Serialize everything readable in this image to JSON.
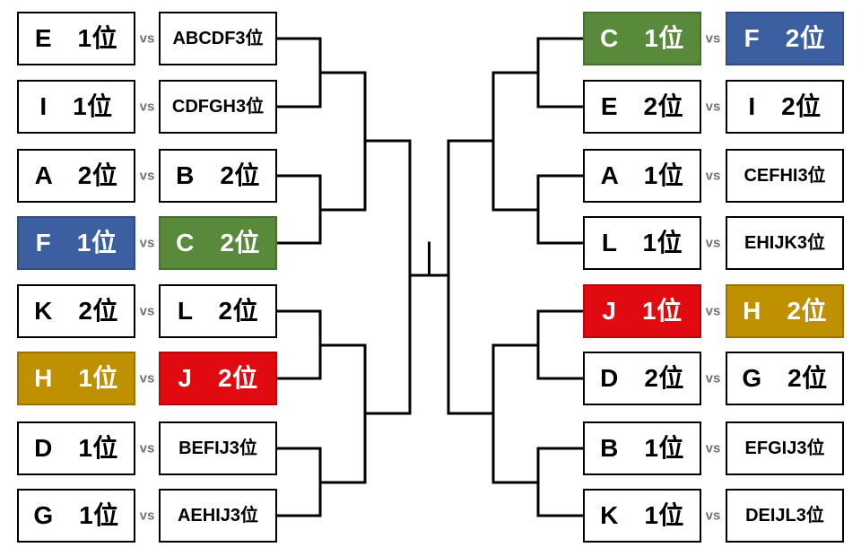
{
  "bracket": {
    "vs_label": "vs",
    "left_matches": [
      {
        "a": {
          "label": "E　1位",
          "fill": "#FFFFFF",
          "text": "#000000",
          "border": "#000000"
        },
        "b": {
          "label": "ABCDF3位",
          "fill": "#FFFFFF",
          "text": "#000000",
          "border": "#000000"
        }
      },
      {
        "a": {
          "label": "I　1位",
          "fill": "#FFFFFF",
          "text": "#000000",
          "border": "#000000"
        },
        "b": {
          "label": "CDFGH3位",
          "fill": "#FFFFFF",
          "text": "#000000",
          "border": "#000000"
        }
      },
      {
        "a": {
          "label": "A　2位",
          "fill": "#FFFFFF",
          "text": "#000000",
          "border": "#000000"
        },
        "b": {
          "label": "B　2位",
          "fill": "#FFFFFF",
          "text": "#000000",
          "border": "#000000"
        }
      },
      {
        "a": {
          "label": "F　1位",
          "fill": "#3B5FA0",
          "text": "#FFFFFF",
          "border": "#2F4D82"
        },
        "b": {
          "label": "C　2位",
          "fill": "#598A3B",
          "text": "#FFFFFF",
          "border": "#47702E"
        }
      },
      {
        "a": {
          "label": "K　2位",
          "fill": "#FFFFFF",
          "text": "#000000",
          "border": "#000000"
        },
        "b": {
          "label": "L　2位",
          "fill": "#FFFFFF",
          "text": "#000000",
          "border": "#000000"
        }
      },
      {
        "a": {
          "label": "H　1位",
          "fill": "#BF9000",
          "text": "#FFFFFF",
          "border": "#997300"
        },
        "b": {
          "label": "J　2位",
          "fill": "#E00A10",
          "text": "#FFFFFF",
          "border": "#B4080D"
        }
      },
      {
        "a": {
          "label": "D　1位",
          "fill": "#FFFFFF",
          "text": "#000000",
          "border": "#000000"
        },
        "b": {
          "label": "BEFIJ3位",
          "fill": "#FFFFFF",
          "text": "#000000",
          "border": "#000000"
        }
      },
      {
        "a": {
          "label": "G　1位",
          "fill": "#FFFFFF",
          "text": "#000000",
          "border": "#000000"
        },
        "b": {
          "label": "AEHIJ3位",
          "fill": "#FFFFFF",
          "text": "#000000",
          "border": "#000000"
        }
      }
    ],
    "right_matches": [
      {
        "a": {
          "label": "C　1位",
          "fill": "#598A3B",
          "text": "#FFFFFF",
          "border": "#47702E"
        },
        "b": {
          "label": "F　2位",
          "fill": "#3B5FA0",
          "text": "#FFFFFF",
          "border": "#2F4D82"
        }
      },
      {
        "a": {
          "label": "E　2位",
          "fill": "#FFFFFF",
          "text": "#000000",
          "border": "#000000"
        },
        "b": {
          "label": "I　2位",
          "fill": "#FFFFFF",
          "text": "#000000",
          "border": "#000000"
        }
      },
      {
        "a": {
          "label": "A　1位",
          "fill": "#FFFFFF",
          "text": "#000000",
          "border": "#000000"
        },
        "b": {
          "label": "CEFHI3位",
          "fill": "#FFFFFF",
          "text": "#000000",
          "border": "#000000"
        }
      },
      {
        "a": {
          "label": "L　1位",
          "fill": "#FFFFFF",
          "text": "#000000",
          "border": "#000000"
        },
        "b": {
          "label": "EHIJK3位",
          "fill": "#FFFFFF",
          "text": "#000000",
          "border": "#000000"
        }
      },
      {
        "a": {
          "label": "J　1位",
          "fill": "#E00A10",
          "text": "#FFFFFF",
          "border": "#B4080D"
        },
        "b": {
          "label": "H　2位",
          "fill": "#BF9000",
          "text": "#FFFFFF",
          "border": "#997300"
        }
      },
      {
        "a": {
          "label": "D　2位",
          "fill": "#FFFFFF",
          "text": "#000000",
          "border": "#000000"
        },
        "b": {
          "label": "G　2位",
          "fill": "#FFFFFF",
          "text": "#000000",
          "border": "#000000"
        }
      },
      {
        "a": {
          "label": "B　1位",
          "fill": "#FFFFFF",
          "text": "#000000",
          "border": "#000000"
        },
        "b": {
          "label": "EFGIJ3位",
          "fill": "#FFFFFF",
          "text": "#000000",
          "border": "#000000"
        }
      },
      {
        "a": {
          "label": "K　1位",
          "fill": "#FFFFFF",
          "text": "#000000",
          "border": "#000000"
        },
        "b": {
          "label": "DEIJL3位",
          "fill": "#FFFFFF",
          "text": "#000000",
          "border": "#000000"
        }
      }
    ]
  },
  "colors": {
    "line": "#000000",
    "vs_text": "#737373",
    "background": "#FFFFFF",
    "accent_blue": "#3B5FA0",
    "accent_green": "#598A3B",
    "accent_gold": "#BF9000",
    "accent_red": "#E00A10"
  }
}
